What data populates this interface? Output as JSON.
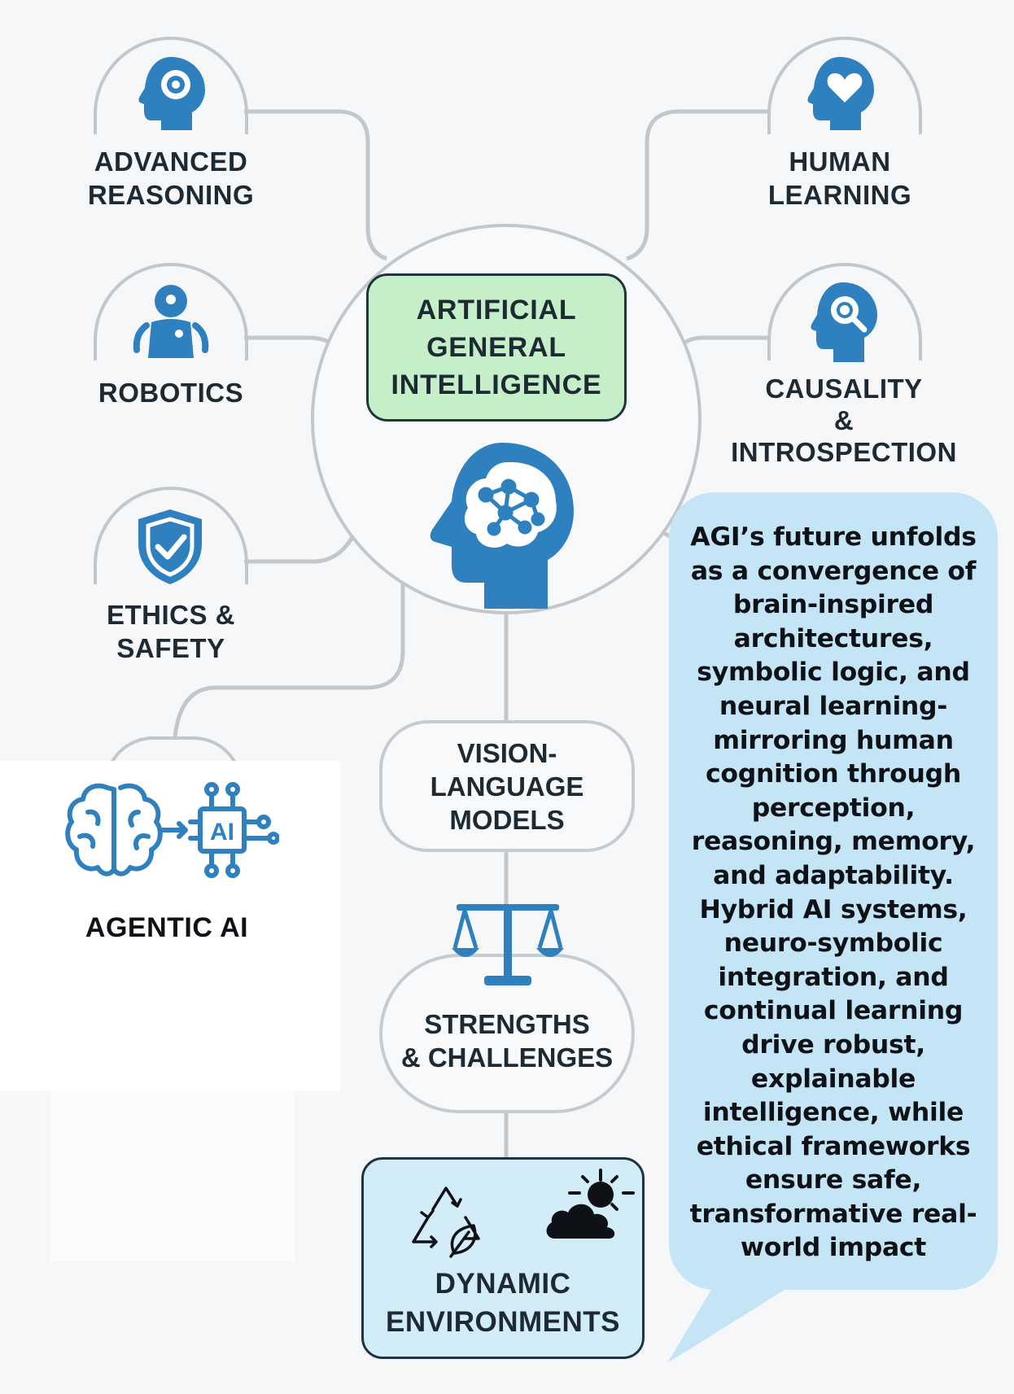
{
  "center": {
    "title": "ARTIFICIAL\nGENERAL\nINTELLIGENCE"
  },
  "nodes": {
    "advanced_reasoning": "ADVANCED\nREASONING",
    "human_learning": "HUMAN\nLEARNING",
    "robotics": "ROBOTICS",
    "causality": "CAUSALITY\n&\nINTROSPECTION",
    "ethics": "ETHICS &\nSAFETY",
    "agentic": "AGENTIC AI",
    "agentic_chip_text": "AI",
    "vision_language": "VISION-\nLANGUAGE\nMODELS",
    "strengths": "STRENGTHS\n& CHALLENGES",
    "dynamic": "DYNAMIC\nENVIRONMENTS"
  },
  "callout": {
    "text": "AGI’s future unfolds as a convergence of brain-inspired architectures, symbolic logic, and neural learning-mirroring human cognition through perception, reasoning, memory, and adaptability. Hybrid AI systems, neuro-symbolic integration, and continual learning drive robust, explainable intelligence, while ethical frameworks ensure safe, transformative real-world impact"
  },
  "colors": {
    "icon_blue": "#2f80bf",
    "agi_box_fill": "#c5efc9",
    "callout_fill": "#c4e5f6",
    "dynamic_box_fill": "#d2ecf8",
    "connector_gray": "#c4c7ca"
  },
  "icons": [
    "head-gear-icon",
    "head-heart-icon",
    "robot-icon",
    "head-magnifier-icon",
    "shield-check-icon",
    "brain-to-ai-chip-icon",
    "brain-network-head-icon",
    "balance-scale-icon",
    "recycle-leaf-icon",
    "sun-cloud-icon"
  ]
}
